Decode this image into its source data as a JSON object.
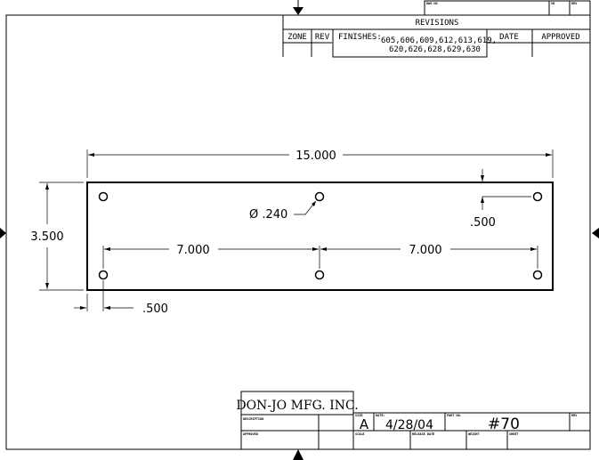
{
  "revisions": {
    "title": "REVISIONS",
    "dwg_no_label": "DWG NO",
    "sh_label": "SH",
    "rev_label": "REV",
    "columns": [
      "ZONE",
      "REV",
      "DATE",
      "APPROVED"
    ],
    "finishes_label": "FINISHES:",
    "finishes_line1": "605,606,609,612,613,619,",
    "finishes_line2": "620,626,628,629,630"
  },
  "drawing": {
    "overall_length": "15.000",
    "overall_height": "3.500",
    "hole_diameter": "Ø .240",
    "top_offset": ".500",
    "side_offset": ".500",
    "spacing_left": "7.000",
    "spacing_right": "7.000"
  },
  "title_block": {
    "company": "DON-JO MFG. INC.",
    "description_label": "DESCRIPTION",
    "approved_label": "APPROVED",
    "size_label": "SIZE",
    "size": "A",
    "date_label": "DATE:",
    "date": "4/28/04",
    "part_no_label": "PART NO.",
    "part_no": "#70",
    "rev_label": "REV",
    "scale_label": "SCALE",
    "release_date_label": "RELEASE DATE",
    "weight_label": "WEIGHT",
    "sheet_label": "SHEET"
  }
}
